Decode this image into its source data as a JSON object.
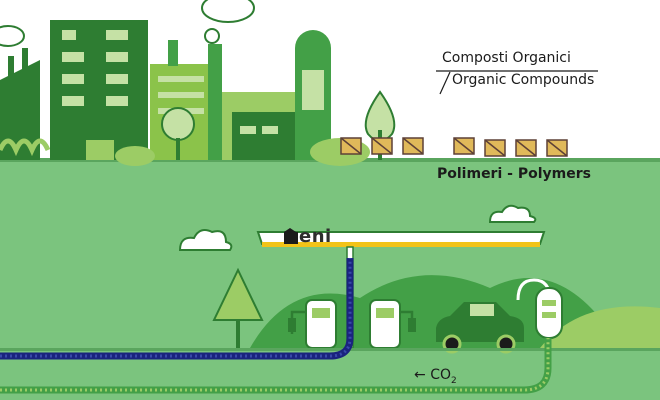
{
  "labels": {
    "organic_it": "Composti Organici",
    "organic_en": "Organic Compounds",
    "polymers": "Polimeri - Polymers",
    "station_brand": "eni",
    "co2_arrow": "←",
    "co2_main": "CO",
    "co2_sub": "2"
  },
  "colors": {
    "sky": "#ffffff",
    "ground": "#7bc47e",
    "dark_green": "#2e7d32",
    "mid_green": "#43a047",
    "light_green": "#9ccc65",
    "lime": "#c5e1a5",
    "crate": "#e0b95a",
    "canopy_yellow": "#f2c318",
    "pipe_navy": "#1a237e",
    "pipe_green": "#8bc34a"
  },
  "icons": [
    "factory",
    "tree",
    "cloud",
    "crate",
    "gas-station",
    "fuel-pump",
    "car",
    "hydrogen-tank",
    "pipeline"
  ]
}
